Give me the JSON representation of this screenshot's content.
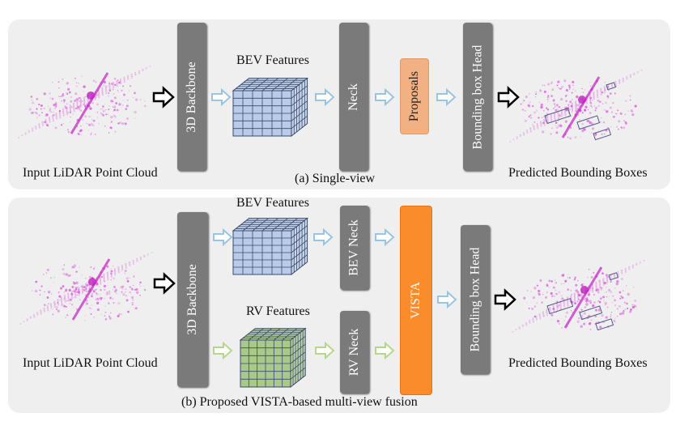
{
  "panel_a": {
    "caption": "(a) Single-view",
    "input_label": "Input LiDAR Point Cloud",
    "backbone": "3D Backbone",
    "features": "BEV Features",
    "neck": "Neck",
    "proposals": "Proposals",
    "head": "Bounding box Head",
    "output_label": "Predicted Bounding Boxes"
  },
  "panel_b": {
    "caption": "(b) Proposed VISTA-based multi-view fusion",
    "input_label": "Input LiDAR Point Cloud",
    "backbone": "3D Backbone",
    "bev_features": "BEV Features",
    "rv_features": "RV Features",
    "bev_neck": "BEV Neck",
    "rv_neck": "RV Neck",
    "vista": "VISTA",
    "head": "Bounding box Head",
    "output_label": "Predicted Bounding Boxes"
  },
  "colors": {
    "panel_bg": "#efefef",
    "block_gray": "#7a7a7a",
    "proposals": "#f2b183",
    "vista": "#fb8c2c",
    "bev_cube": "#b9cbe8",
    "rv_cube": "#a8c98a",
    "point_cloud": "#d94fd9"
  }
}
